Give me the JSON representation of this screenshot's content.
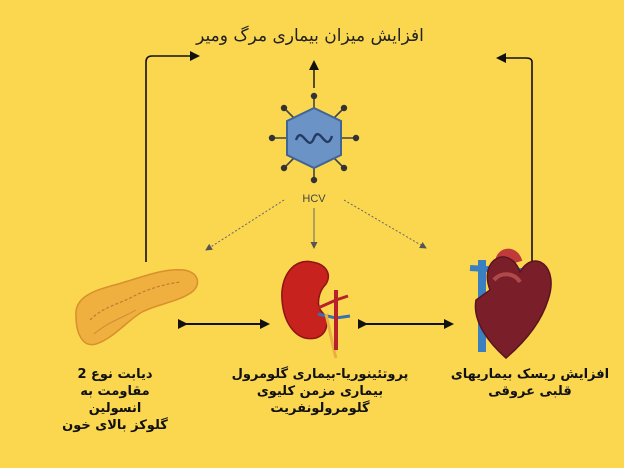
{
  "title": "افزایش میزان بیماری مرگ ومیر",
  "virus": {
    "label": "HCV",
    "icon": "hcv-virus-icon"
  },
  "organs": {
    "pancreas": {
      "icon": "pancreas-icon",
      "lines": [
        "دیابت نوع 2",
        "مقاومت به",
        "انسولین",
        "گلوکز بالای خون"
      ]
    },
    "kidney": {
      "icon": "kidney-icon",
      "lines": [
        "پروتئینوریا-بیماری گلومرول",
        "بیماری مزمن کلیوی",
        "گلومرولونفریت"
      ]
    },
    "heart": {
      "icon": "heart-icon",
      "lines": [
        "افزایش ریسک بیماریهای",
        "قلبی عروقی"
      ]
    }
  },
  "colors": {
    "background": "#fbd750",
    "virus_body": "#6b93c6",
    "pancreas": "#f0b040",
    "kidney": "#c8221f",
    "heart": "#7a1f2a"
  }
}
